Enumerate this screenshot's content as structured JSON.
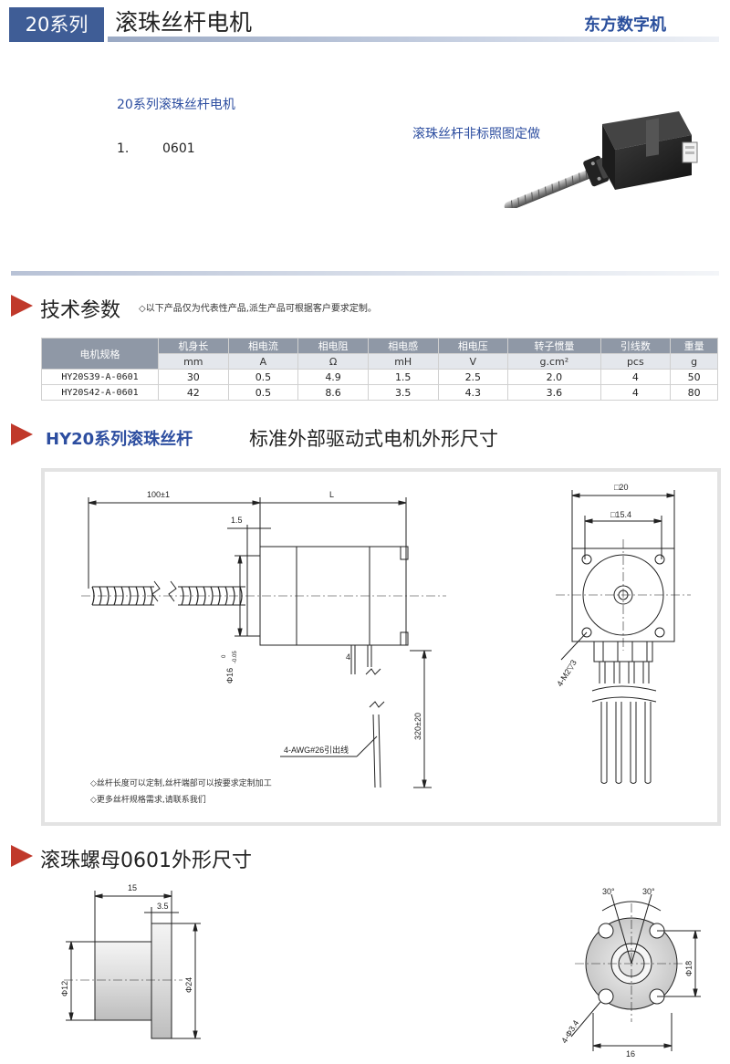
{
  "header": {
    "series_label": "20系列",
    "title": "滚珠丝杆电机",
    "brand": "东方数字机"
  },
  "intro": {
    "title": "20系列滚珠丝杆电机",
    "list_number": "1.",
    "list_text": "0601",
    "custom_note": "滚珠丝杆非标照图定做"
  },
  "tech": {
    "title": "技术参数",
    "note": "◇以下产品仅为代表性产品,派生产品可根据客户要求定制。",
    "table": {
      "model_header": "电机规格",
      "headers": [
        "机身长",
        "相电流",
        "相电阻",
        "相电感",
        "相电压",
        "转子惯量",
        "引线数",
        "重量"
      ],
      "units": [
        "mm",
        "A",
        "Ω",
        "mH",
        "V",
        "g.cm²",
        "pcs",
        "g"
      ],
      "rows": [
        {
          "model": "HY20S39-A-0601",
          "values": [
            "30",
            "0.5",
            "4.9",
            "1.5",
            "2.5",
            "2.0",
            "4",
            "50"
          ]
        },
        {
          "model": "HY20S42-A-0601",
          "values": [
            "42",
            "0.5",
            "8.6",
            "3.5",
            "4.3",
            "3.6",
            "4",
            "80"
          ]
        }
      ]
    }
  },
  "dims": {
    "series_title": "HY20系列滚珠丝杆",
    "subtitle": "标准外部驱动式电机外形尺寸",
    "labels": {
      "d100": "100±1",
      "dL": "L",
      "d15": "1.5",
      "d4": "4",
      "d16": "Φ16",
      "d16_tol_top": "0",
      "d16_tol_bot": "-0.05",
      "d320": "320±20",
      "awg": "4-AWG#26引出线",
      "sq20": "□20",
      "sq154": "□15.4",
      "m2": "4-M2▽3"
    },
    "notes": [
      "◇丝杆长度可以定制,丝杆端部可以按要求定制加工",
      "◇更多丝杆规格需求,请联系我们"
    ]
  },
  "nut": {
    "title": "滚珠螺母0601外形尺寸",
    "labels": {
      "n15": "15",
      "n35": "3.5",
      "n12": "Φ12",
      "n24": "Φ24",
      "a30l": "30°",
      "a30r": "30°",
      "n18": "Φ18",
      "n34": "4-Φ3.4",
      "n16": "16"
    }
  }
}
